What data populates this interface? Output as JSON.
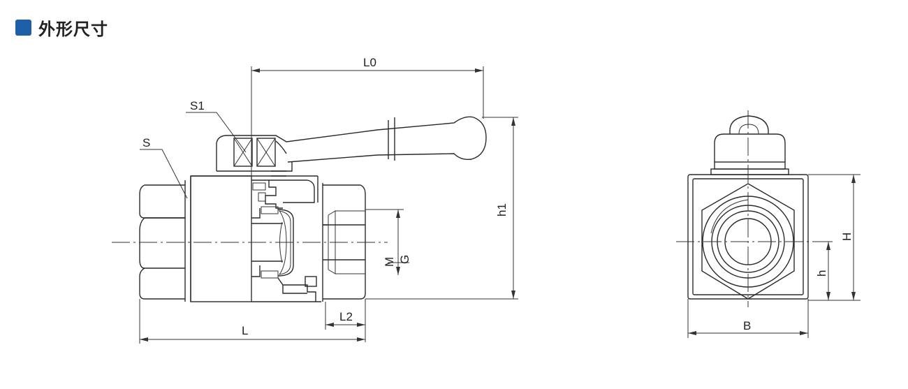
{
  "header": {
    "title": "外形尺寸",
    "accent_color": "#1f5ea8"
  },
  "labels": {
    "L0": "L0",
    "S1": "S1",
    "S": "S",
    "h1": "h1",
    "M": "M",
    "G": "G",
    "L2": "L2",
    "L": "L",
    "H": "H",
    "h": "h",
    "B": "B"
  }
}
